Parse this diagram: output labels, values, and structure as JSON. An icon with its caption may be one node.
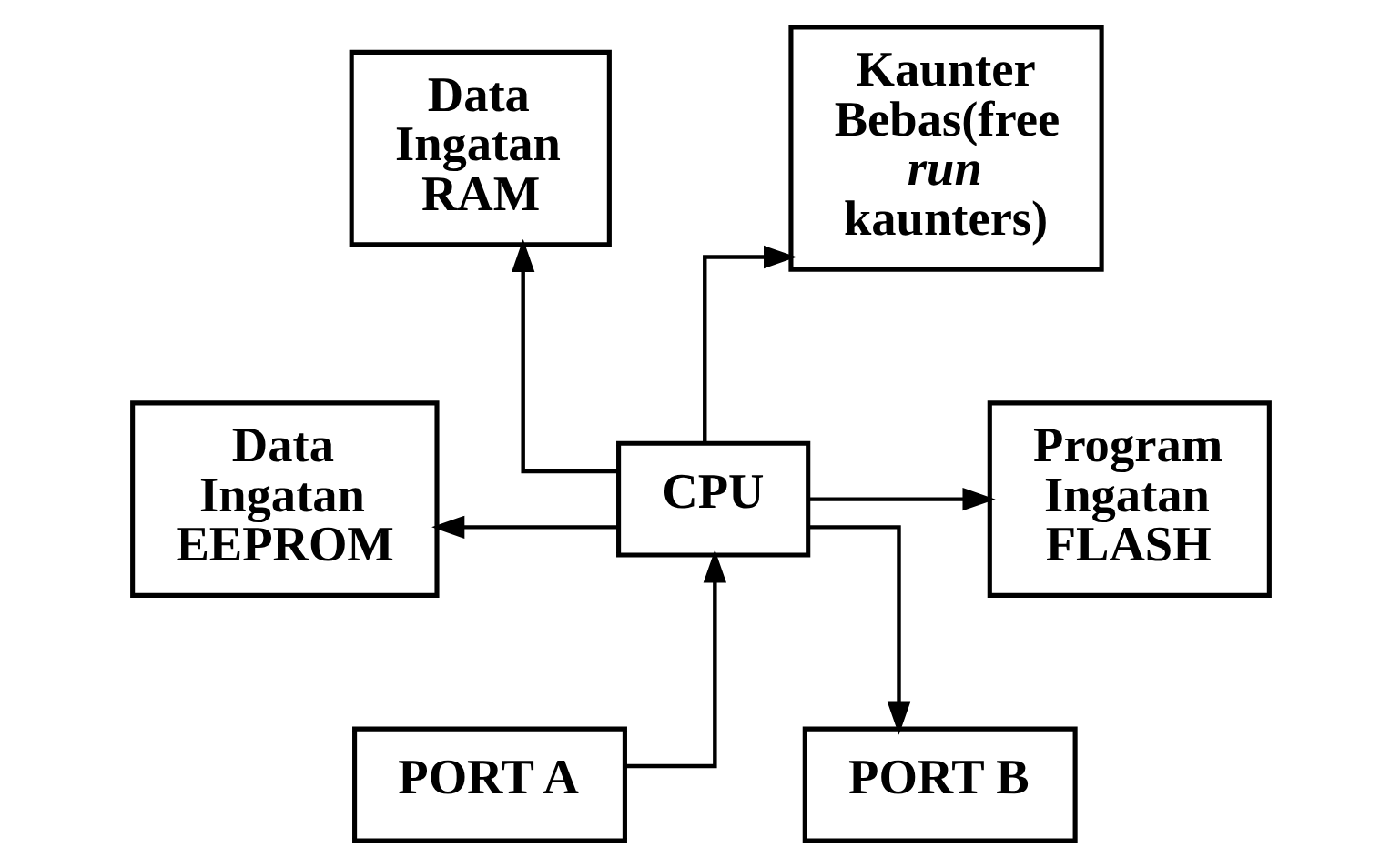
{
  "diagram": {
    "nodes": [
      {
        "text": [
          "Data Ingatan RAM"
        ]
      },
      {
        "text": [
          "Kaunter Bebas(free *run* kaunters)"
        ]
      },
      {
        "text": [
          "Program Ingatan FLASH"
        ]
      },
      {
        "text": [
          "Data Ingatan EEPROM"
        ]
      },
      {
        "text": [
          "CPU"
        ]
      },
      {
        "text": [
          "PORT A"
        ]
      },
      {
        "text": [
          "PORT B"
        ]
      }
    ],
    "edges": [
      {
        "from": 4,
        "to": 0,
        "arrow": "to"
      },
      {
        "from": 4,
        "to": 1,
        "arrow": "to"
      },
      {
        "from": 4,
        "to": 2,
        "arrow": "to"
      },
      {
        "from": 4,
        "to": 3,
        "arrow": "to"
      },
      {
        "from": 5,
        "to": 4,
        "arrow": "to"
      },
      {
        "from": 4,
        "to": 6,
        "arrow": "to"
      }
    ]
  }
}
